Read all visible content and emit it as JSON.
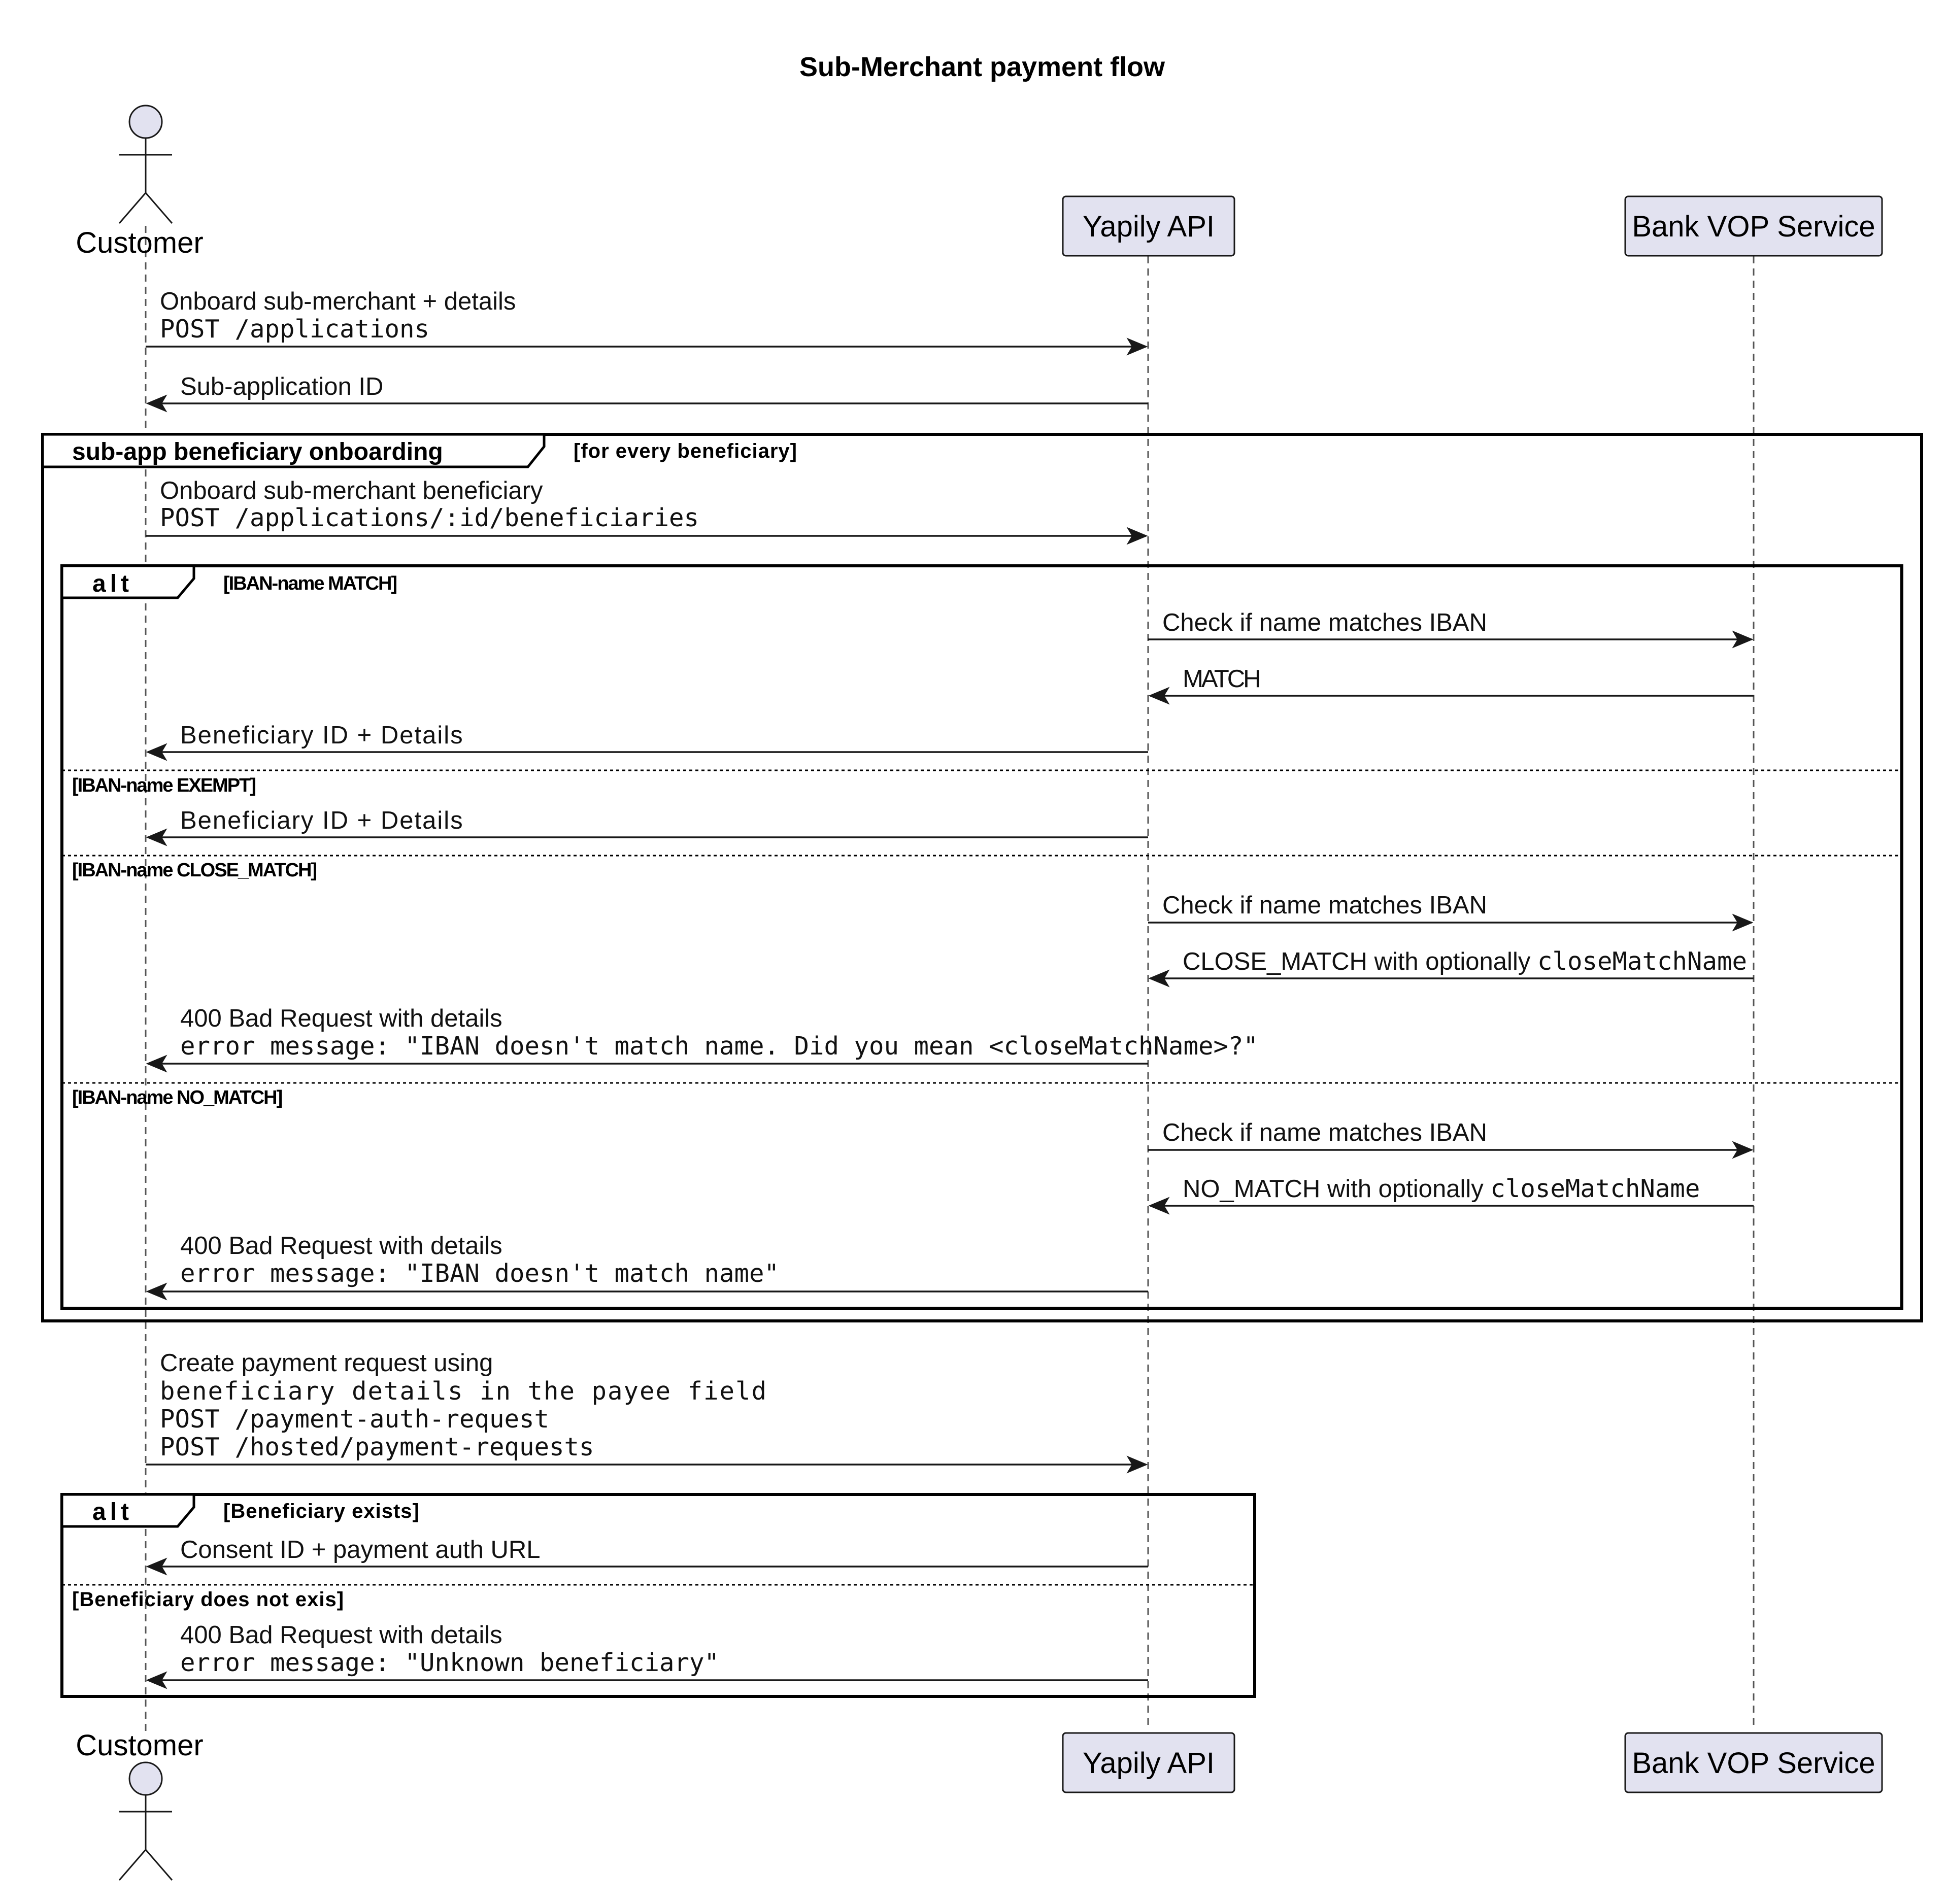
{
  "title": "Sub-Merchant payment flow",
  "participants": {
    "customer": "Customer",
    "yapily": "Yapily API",
    "bank": "Bank VOP Service"
  },
  "messages": {
    "m1_line1": "Onboard sub-merchant + details",
    "m1_line2": "POST /applications",
    "m2": "Sub-application ID",
    "m3_line1": "Onboard sub-merchant beneficiary",
    "m3_line2": "POST /applications/:id/beneficiaries",
    "m4": "Check if name matches IBAN",
    "m5": "MATCH",
    "m6": "Beneficiary ID + Details",
    "m7": "Beneficiary ID + Details",
    "m8": "Check if name matches IBAN",
    "m9_text": "CLOSE_MATCH with optionally ",
    "m9_code": "closeMatchName",
    "m10_line1": "400 Bad Request with details",
    "m10_line2": "error message: \"IBAN doesn't match name. Did you mean <closeMatchName>?\"",
    "m11": "Check if name matches IBAN",
    "m12_text": "NO_MATCH with optionally ",
    "m12_code": "closeMatchName",
    "m13_line1": "400 Bad Request with details",
    "m13_line2": "error message: \"IBAN doesn't match name\"",
    "m14_line1": "Create payment request using",
    "m14_line2": "beneficiary details in the payee field",
    "m14_line3": "POST /payment-auth-request",
    "m14_line4": "POST /hosted/payment-requests",
    "m15": "Consent ID + payment auth URL",
    "m16_line1": "400 Bad Request with details",
    "m16_line2": "error message: \"Unknown beneficiary\""
  },
  "frames": {
    "loop_label": "sub-app beneficiary onboarding",
    "loop_guard": "[for every beneficiary]",
    "alt1_label": "alt",
    "alt1_guard1": "[IBAN-name MATCH]",
    "alt1_guard2": "[IBAN-name EXEMPT]",
    "alt1_guard3": "[IBAN-name CLOSE_MATCH]",
    "alt1_guard4": "[IBAN-name NO_MATCH]",
    "alt2_label": "alt",
    "alt2_guard1": "[Beneficiary exists]",
    "alt2_guard2": "[Beneficiary does not exis]"
  },
  "colors": {
    "participant_fill": "#e2e2f0",
    "line": "#181818",
    "background": "#ffffff"
  }
}
